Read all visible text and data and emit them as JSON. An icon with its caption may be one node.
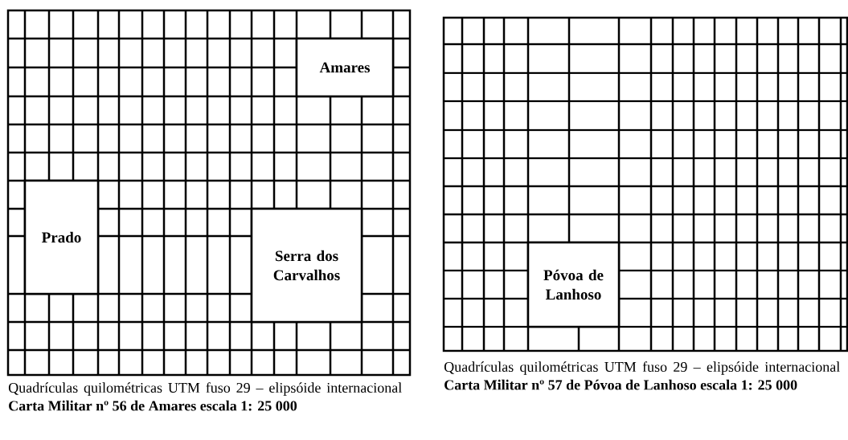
{
  "diagram": {
    "nodes": [
      {
        "text": [],
        "shape": "grid",
        "beside": [
          "Quadrículas quilométricas UTM fuso 29 – elipsóide internacional **Carta Militar nº 56 de Amares escala 1: 25 000**"
        ]
      },
      {
        "text": [
          "Amares"
        ],
        "in": 0
      },
      {
        "text": [
          "Prado"
        ],
        "in": 0
      },
      {
        "text": [
          "Serra dos Carvalhos"
        ],
        "in": 0
      },
      {
        "text": [],
        "shape": "grid",
        "beside": [
          "Quadrículas quilométricas UTM fuso 29 – elipsóide internacional **Carta Militar nº 57 de Póvoa de Lanhoso escala 1: 25 000**"
        ]
      },
      {
        "text": [
          "Póvoa de Lanhoso"
        ],
        "in": 4
      }
    ]
  }
}
